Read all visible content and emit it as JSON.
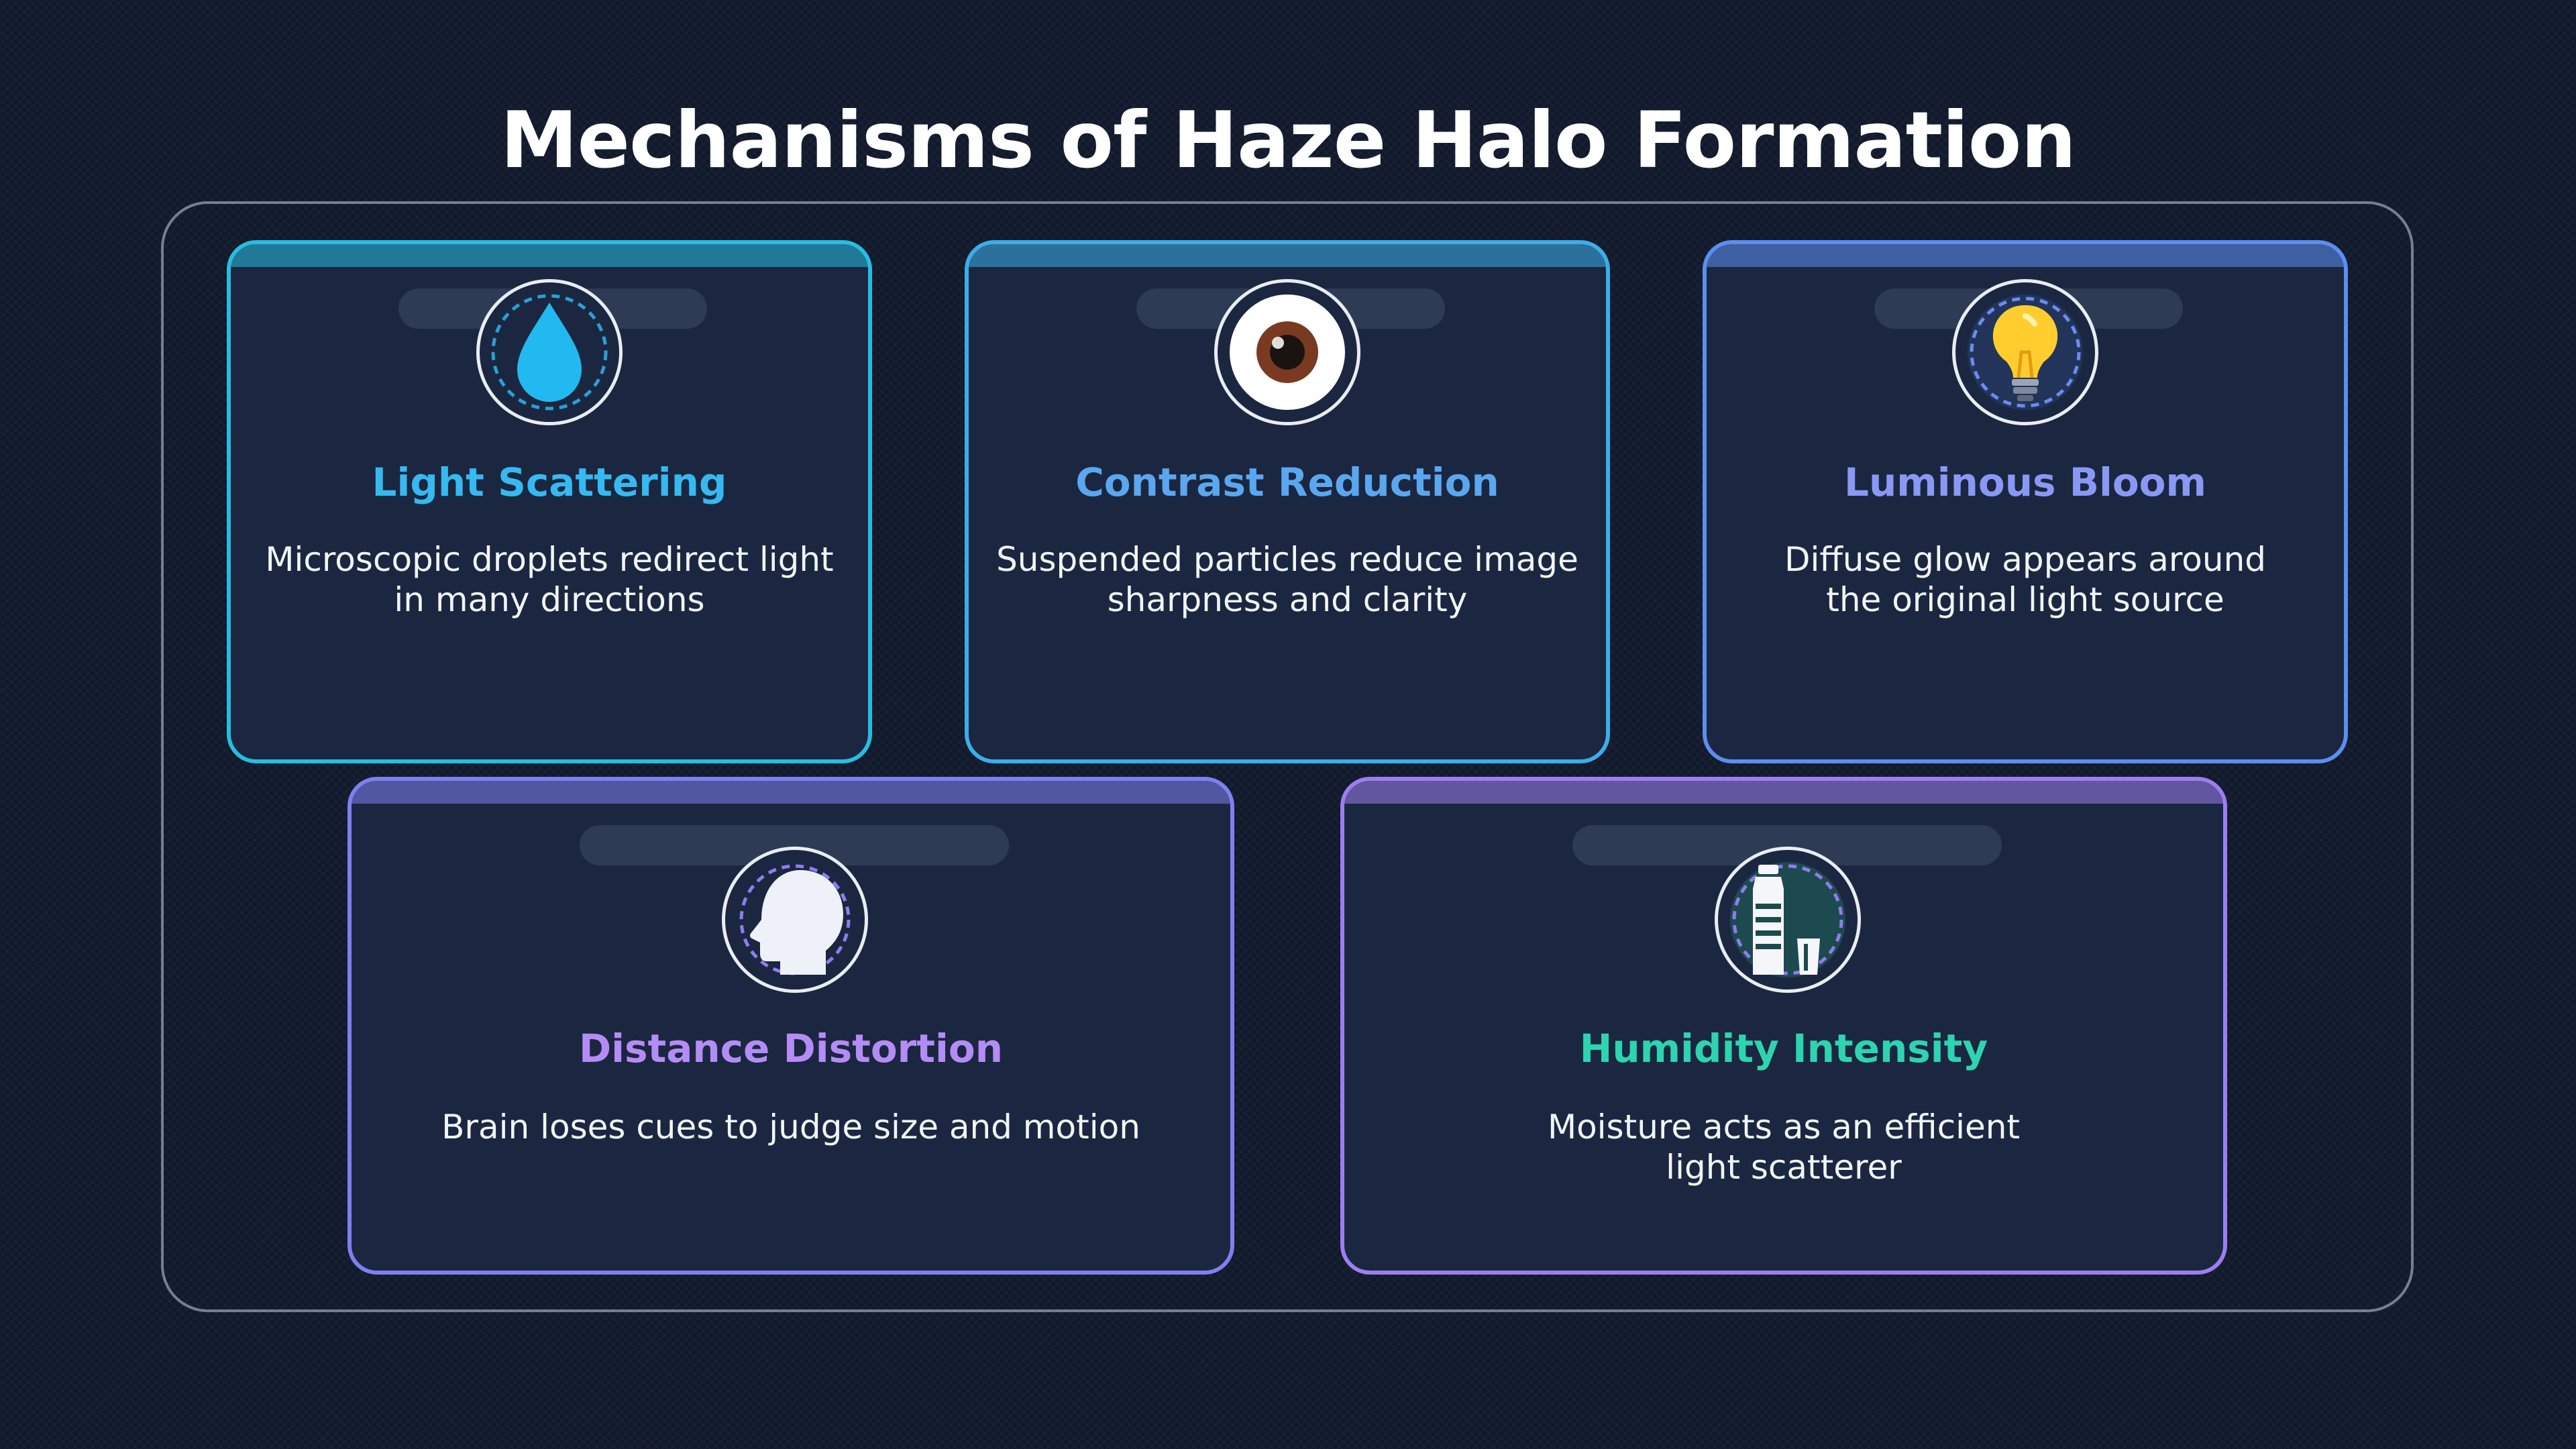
{
  "title": "Mechanisms of Haze Halo Formation",
  "cards": [
    {
      "title": "Light Scattering",
      "description_lines": [
        "Microscopic droplets redirect light",
        "in many directions"
      ],
      "icon": "water-drop-icon",
      "accent": "#27bde0"
    },
    {
      "title": "Contrast Reduction",
      "description_lines": [
        "Suspended particles reduce image",
        "sharpness and clarity"
      ],
      "icon": "eye-icon",
      "accent": "#3aaee8"
    },
    {
      "title": "Luminous Bloom",
      "description_lines": [
        "Diffuse glow appears around",
        "the original light source"
      ],
      "icon": "light-bulb-icon",
      "accent": "#5b8ef0"
    },
    {
      "title": "Distance Distortion",
      "description_lines": [
        "Brain loses cues to judge size and motion"
      ],
      "icon": "head-profile-icon",
      "accent": "#7f7ff0"
    },
    {
      "title": "Humidity Intensity",
      "description_lines": [
        "Moisture acts as an efficient",
        "light scatterer"
      ],
      "icon": "water-bottle-icon",
      "accent": "#9d7ef0"
    }
  ]
}
